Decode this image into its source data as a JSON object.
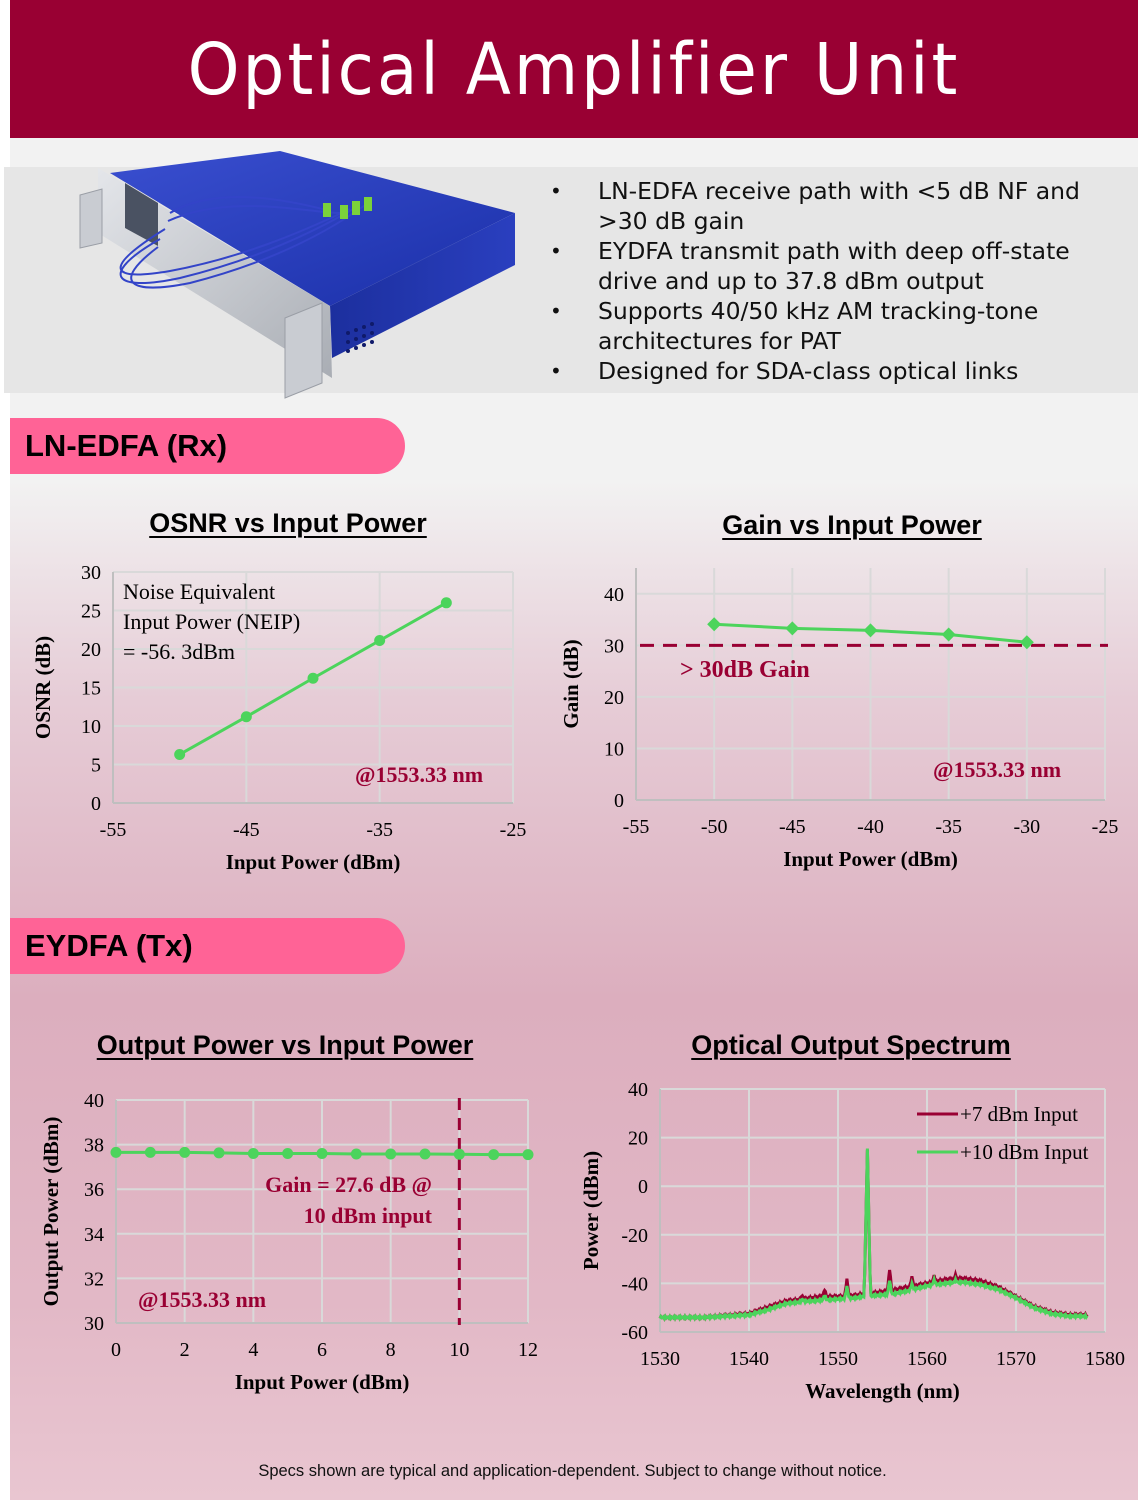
{
  "header": {
    "title": "Optical Amplifier Unit"
  },
  "hero": {
    "image_alt": "Blue rack-mount optical amplifier chassis with fiber patch cords",
    "bullets": [
      "LN-EDFA receive path with <5 dB NF and >30 dB gain",
      "EYDFA transmit path with deep off-state drive and up to 37.8 dBm output",
      "Supports 40/50 kHz AM tracking-tone architectures for PAT",
      "Designed for SDA-class optical links"
    ]
  },
  "sections": {
    "rx": {
      "label": "LN-EDFA (Rx)"
    },
    "tx": {
      "label": "EYDFA (Tx)"
    }
  },
  "colors": {
    "brand": "#990033",
    "pill": "#ff6396",
    "series_green": "#4cd45c",
    "series_crimson": "#990033",
    "annotation": "#990033",
    "grid": "#d9d9d9"
  },
  "footer": {
    "text": "Specs shown are typical and application-dependent. Subject to change without notice."
  },
  "chart_data": [
    {
      "id": "osnr",
      "type": "line",
      "title": "OSNR vs Input Power",
      "xlabel": "Input Power (dBm)",
      "ylabel": "OSNR (dB)",
      "xlim": [
        -55,
        -25
      ],
      "ylim": [
        0,
        30
      ],
      "xticks": [
        -55,
        -45,
        -35,
        -25
      ],
      "yticks": [
        0,
        5,
        10,
        15,
        20,
        25,
        30
      ],
      "grid": true,
      "marker": "circle",
      "series": [
        {
          "name": "OSNR",
          "x": [
            -50,
            -45,
            -40,
            -35,
            -30
          ],
          "values": [
            6.3,
            11.2,
            16.2,
            21.1,
            26.0
          ]
        }
      ],
      "annotations": [
        {
          "text": "Noise Equivalent",
          "line": 1
        },
        {
          "text": "Input Power (NEIP)",
          "line": 2
        },
        {
          "text": "= -56. 3dBm",
          "line": 3
        },
        {
          "text": "@1553.33 nm",
          "style": "wavelength"
        }
      ]
    },
    {
      "id": "gain",
      "type": "line",
      "title": "Gain vs Input Power",
      "xlabel": "Input Power (dBm)",
      "ylabel": "Gain (dB)",
      "xlim": [
        -55,
        -25
      ],
      "ylim": [
        0,
        45
      ],
      "xticks": [
        -55,
        -50,
        -45,
        -40,
        -35,
        -30,
        -25
      ],
      "yticks": [
        0,
        10,
        20,
        30,
        40
      ],
      "grid": true,
      "marker": "diamond",
      "series": [
        {
          "name": "Gain",
          "x": [
            -50,
            -45,
            -40,
            -35,
            -30
          ],
          "values": [
            34.1,
            33.3,
            32.9,
            32.1,
            30.6
          ]
        }
      ],
      "reference_line": {
        "y": 30,
        "style": "dashed"
      },
      "annotations": [
        {
          "text": "> 30dB Gain"
        },
        {
          "text": "@1553.33 nm",
          "style": "wavelength"
        }
      ]
    },
    {
      "id": "pout",
      "type": "line",
      "title": "Output Power vs Input Power",
      "xlabel": "Input Power (dBm)",
      "ylabel": "Output Power (dBm)",
      "xlim": [
        0,
        12
      ],
      "ylim": [
        30,
        40
      ],
      "xticks": [
        0,
        2,
        4,
        6,
        8,
        10,
        12
      ],
      "yticks": [
        30,
        32,
        34,
        36,
        38,
        40
      ],
      "grid": true,
      "marker": "circle",
      "series": [
        {
          "name": "Output Power",
          "x": [
            0,
            1,
            2,
            3,
            4,
            5,
            6,
            7,
            8,
            9,
            10,
            11,
            12
          ],
          "values": [
            37.65,
            37.65,
            37.65,
            37.63,
            37.6,
            37.6,
            37.6,
            37.58,
            37.58,
            37.58,
            37.57,
            37.55,
            37.55
          ]
        }
      ],
      "reference_line": {
        "x": 10,
        "style": "dashed"
      },
      "annotations": [
        {
          "text": "Gain = 27.6 dB @",
          "line": 1
        },
        {
          "text": "10 dBm input",
          "line": 2
        },
        {
          "text": "@1553.33 nm",
          "style": "wavelength"
        }
      ]
    },
    {
      "id": "spectrum",
      "type": "line",
      "title": "Optical Output Spectrum",
      "xlabel": "Wavelength (nm)",
      "ylabel": "Power (dBm)",
      "xlim": [
        1530,
        1580
      ],
      "ylim": [
        -60,
        40
      ],
      "xticks": [
        1530,
        1540,
        1550,
        1560,
        1570,
        1580
      ],
      "yticks": [
        -60,
        -40,
        -20,
        0,
        20,
        40
      ],
      "grid": true,
      "legend": {
        "position": "upper-right",
        "entries": [
          "+7 dBm Input",
          "+10 dBm Input"
        ]
      },
      "x": [
        1530,
        1535,
        1540,
        1542,
        1544,
        1546,
        1548,
        1550,
        1552,
        1553.3,
        1554,
        1556,
        1558,
        1560,
        1562,
        1564,
        1566,
        1568,
        1570,
        1572,
        1574,
        1576,
        1578
      ],
      "series": [
        {
          "name": "+7 dBm Input",
          "values": [
            -54,
            -54,
            -52.5,
            -50,
            -47.5,
            -46.5,
            -45.5,
            -45.5,
            -45,
            15,
            -44,
            -43,
            -41.5,
            -40,
            -38.5,
            -38,
            -39,
            -41.5,
            -45.5,
            -49.5,
            -52,
            -53,
            -53
          ]
        },
        {
          "name": "+10 dBm Input",
          "values": [
            -54,
            -54,
            -53,
            -51,
            -48.5,
            -47.5,
            -47,
            -46.5,
            -46,
            15.5,
            -45,
            -44.5,
            -43,
            -41,
            -40,
            -39.5,
            -40.5,
            -42.5,
            -46,
            -50,
            -52.5,
            -53.5,
            -53.5
          ]
        }
      ],
      "side_peaks_nm": [
        1546,
        1548.5,
        1551,
        1555.8,
        1558.3,
        1560.8,
        1563.2
      ]
    }
  ]
}
